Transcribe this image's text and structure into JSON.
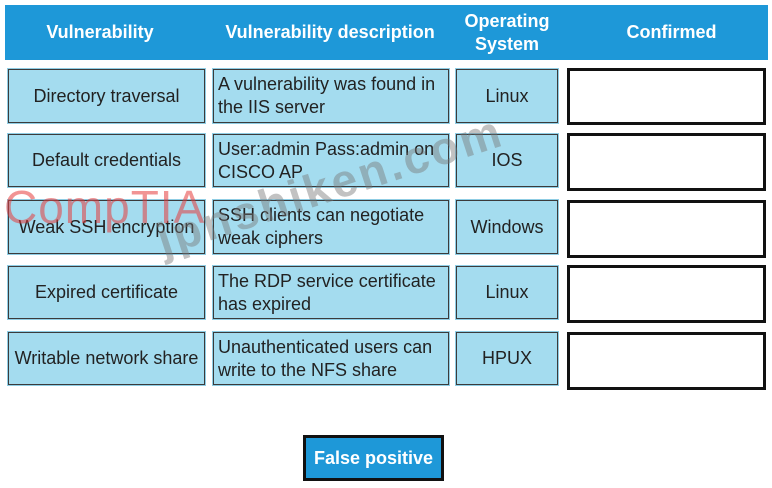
{
  "headers": {
    "vulnerability": "Vulnerability",
    "description": "Vulnerability description",
    "os": "Operating System",
    "confirmed": "Confirmed"
  },
  "rows": [
    {
      "vulnerability": "Directory traversal",
      "description": "A vulnerability was found in the IIS server",
      "os": "Linux",
      "confirmed": ""
    },
    {
      "vulnerability": "Default credentials",
      "description": "User:admin Pass:admin on CISCO AP",
      "os": "IOS",
      "confirmed": ""
    },
    {
      "vulnerability": "Weak SSH encryption",
      "description": "SSH clients can negotiate weak ciphers",
      "os": "Windows",
      "confirmed": ""
    },
    {
      "vulnerability": "Expired certificate",
      "description": "The RDP service certificate has expired",
      "os": "Linux",
      "confirmed": ""
    },
    {
      "vulnerability": "Writable network share",
      "description": "Unauthenticated users can write to the NFS share",
      "os": "HPUX",
      "confirmed": ""
    }
  ],
  "draggable_item": {
    "label": "False positive"
  },
  "watermarks": {
    "brand": "CompTIA",
    "site": "jpnshiken.com"
  },
  "colors": {
    "header": "#1e98d8",
    "cell": "#a4dcef",
    "border": "#111111"
  }
}
